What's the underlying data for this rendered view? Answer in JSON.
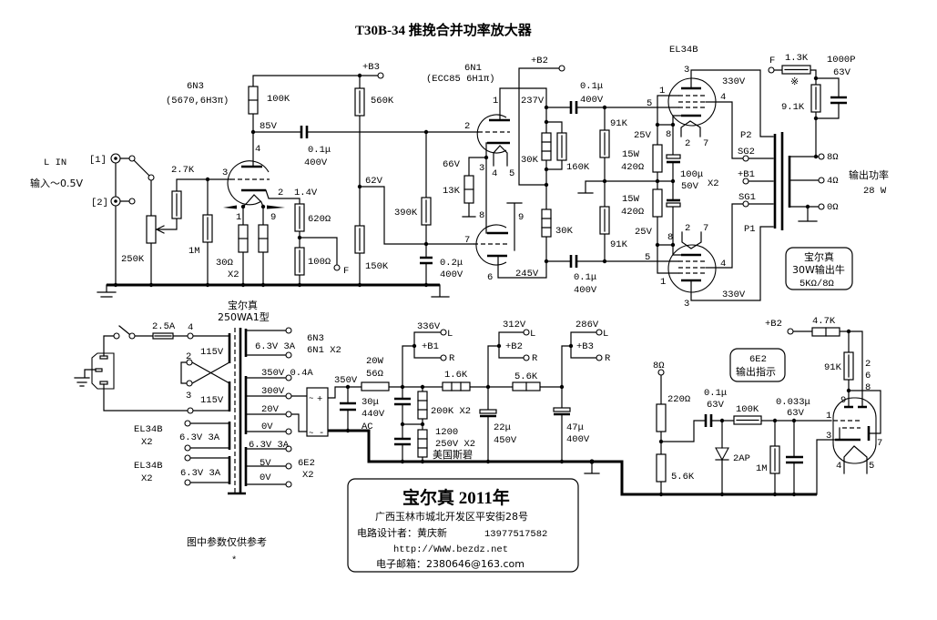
{
  "title": "T30B-34 推挽合并功率放大器",
  "input": {
    "channel": "L IN",
    "level": "输入～0.5V",
    "jack1": "[1]",
    "jack2": "[2]",
    "volume_pot": "250K",
    "grid_stopper": "2.7K",
    "grid_leak": "1M"
  },
  "v1": {
    "tube": "6N3",
    "equiv": "(5670,6H3π)",
    "plate_load": "100K",
    "plate_voltage": "85V",
    "pin_plate": "4",
    "pin_grid": "3",
    "pin_cathode": "2",
    "pin_heater_a": "1",
    "pin_heater_b": "9",
    "cathode_voltage": "1.4V",
    "heater_r": "30Ω",
    "heater_r_qty": "X2",
    "cathode_r": "620Ω",
    "feedback_r": "100Ω",
    "feedback_terminal": "F",
    "coupling_cap": "0.1μ",
    "coupling_cap_rating": "400V"
  },
  "v2": {
    "tube": "6N1",
    "equiv": "(ECC85 6H1π)",
    "supply_b3": "+B3",
    "divider_top": "560K",
    "divider_node": "62V",
    "divider_bottom": "150K",
    "grid_r": "390K",
    "bypass_cap": "0.2μ",
    "bypass_cap_rating": "400V",
    "supply_b2": "+B2",
    "pins": [
      "1",
      "2",
      "3",
      "4",
      "5",
      "6",
      "7",
      "8",
      "9"
    ],
    "plate_voltage_a": "237V",
    "plate_voltage_b": "245V",
    "cathode_voltage": "66V",
    "cathode_r": "13K",
    "plate_r_a": "30K",
    "plate_r_parallel": "160K",
    "plate_r_b": "30K",
    "coupling_cap_a": "0.1μ",
    "coupling_cap_a_rating": "400V",
    "coupling_cap_b": "0.1μ",
    "coupling_cap_b_rating": "400V",
    "grid_r_a": "91K",
    "grid_r_b": "91K"
  },
  "output": {
    "tube": "EL34B",
    "upper": {
      "pin_plate": "3",
      "plate_voltage": "330V",
      "pin_g3": "1",
      "pin_g1": "5",
      "pin_g2": "4",
      "pin_k": "8",
      "pin_h1": "2",
      "pin_h2": "7",
      "cathode_voltage": "25V",
      "cathode_r_power": "15W",
      "cathode_r": "420Ω"
    },
    "lower": {
      "pin_plate": "3",
      "plate_voltage": "330V",
      "pin_g3": "1",
      "pin_g1": "5",
      "pin_g2": "4",
      "pin_k": "8",
      "pin_h1": "2",
      "pin_h2": "7",
      "cathode_voltage": "25V",
      "cathode_r_power": "15W",
      "cathode_r": "420Ω"
    },
    "cathode_cap": "100μ",
    "cathode_cap_rating": "50V",
    "cathode_cap_qty": "X2",
    "term_p2": "P2",
    "term_sg2": "SG2",
    "term_b1": "+B1",
    "term_sg1": "SG1",
    "term_p1": "P1"
  },
  "output_transformer": {
    "fb_terminal": "F",
    "fb_r": "1.3K",
    "fb_note": "※",
    "fb_cap": "1000P",
    "fb_cap_rating": "63V",
    "fb_r2": "9.1K",
    "tap_8": "8Ω",
    "tap_4": "4Ω",
    "tap_0": "0Ω",
    "power_label": "输出功率",
    "power_value": "28 W",
    "spec_brand": "宝尔真",
    "spec_model": "30W输出牛",
    "spec_impedance": "5KΩ/8Ω"
  },
  "power_supply": {
    "transformer_brand": "宝尔真",
    "transformer_model": "250WA1型",
    "fuse": "2.5A",
    "pin4": "4",
    "pin2": "2",
    "pin3": "3",
    "primary_a": "115V",
    "primary_b": "115V",
    "sec_heater_a": "6.3V 3A",
    "sec_heater_a_load1": "6N3",
    "sec_heater_a_load2": "6N1 X2",
    "sec_hv_rating": "350V 0.4A",
    "sec_300": "300V",
    "sec_20": "20V",
    "sec_0": "0V",
    "sec_heater_b": "6.3V 3A",
    "sec_5": "5V",
    "sec_0b": "0V",
    "sec_heater_b_load": "6E2",
    "sec_heater_b_qty": "X2",
    "el34_heater_1": {
      "tube": "EL34B",
      "qty": "X2",
      "rating": "6.3V 3A"
    },
    "el34_heater_2": {
      "tube": "EL34B",
      "qty": "X2",
      "rating": "6.3V 3A"
    },
    "rectifier": {
      "ac_a": "~",
      "pos": "+",
      "ac_b": "~",
      "neg": "-"
    },
    "raw_voltage": "350V",
    "filter_cap": "30μ",
    "filter_cap_rating": "440V",
    "filter_cap_type": "AC",
    "drop_r_power": "20W",
    "drop_r": "56Ω",
    "b1": {
      "voltage": "336V",
      "label": "+B1",
      "left": "L",
      "right": "R"
    },
    "bleeder": "200K X2",
    "cap_bank_r": "1200",
    "cap_bank_rating": "250V X2",
    "cap_bank_brand": "美国斯碧",
    "r_b1_b2": "1.6K",
    "b2": {
      "voltage": "312V",
      "label": "+B2",
      "left": "L",
      "right": "R"
    },
    "cap_b2": "22μ",
    "cap_b2_rating": "450V",
    "r_b2_b3": "5.6K",
    "b3": {
      "voltage": "286V",
      "label": "+B3",
      "left": "L",
      "right": "R"
    },
    "cap_b3": "47μ",
    "cap_b3_rating": "400V"
  },
  "indicator": {
    "supply": "+B2",
    "plate_r": "4.7K",
    "target_r": "91K",
    "pins_plate": [
      "2",
      "6",
      "8"
    ],
    "title": "6E2",
    "subtitle": "输出指示",
    "tap": "8Ω",
    "r_top": "220Ω",
    "r_bottom": "5.6K",
    "cap": "0.1μ",
    "cap_rating": "63V",
    "diode": "2AP",
    "series_r": "100K",
    "grid_r": "1M",
    "filter_cap": "0.033μ",
    "filter_cap_rating": "63V",
    "pin9": "9",
    "pin1": "1",
    "pin3": "3",
    "pin7": "7",
    "pin4": "4",
    "pin5": "5"
  },
  "info": {
    "heading": "宝尔真 2011年",
    "address": "广西玉林市城北开发区平安街28号",
    "designer": "电路设计者：黄庆新",
    "phone": "13977517582",
    "website": "http://WWW.bezdz.net",
    "email": "电子邮箱：2380646@163.com"
  },
  "note": {
    "text": "图中参数仅供参考",
    "mark": "*"
  }
}
